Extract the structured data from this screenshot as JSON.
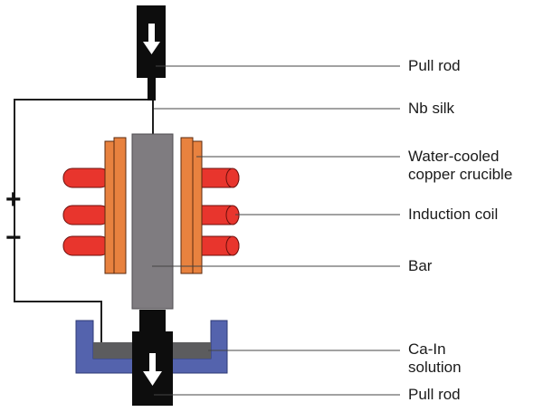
{
  "labels": {
    "pull_rod_top": "Pull rod",
    "nb_silk": "Nb silk",
    "crucible_line1": "Water-cooled",
    "crucible_line2": "copper crucible",
    "induction_coil": "Induction coil",
    "bar": "Bar",
    "solution_line1": "Ca-In",
    "solution_line2": "solution",
    "pull_rod_bottom": "Pull rod"
  },
  "polarity": {
    "plus": "+",
    "minus": "−"
  },
  "icons": {
    "pull_direction": "arrow-down-icon"
  },
  "colors": {
    "rod": "#0d0d0d",
    "wire": "#1f1f1f",
    "bar": "#7f7c80",
    "crucible": "#e8823f",
    "crucible_stroke": "#5a2a0f",
    "coil": "#e8352d",
    "coil_stroke": "#6b0f0c",
    "bath_container": "#5463ad",
    "bath_solution": "#5c5c5e",
    "leader_line": "#444444"
  }
}
